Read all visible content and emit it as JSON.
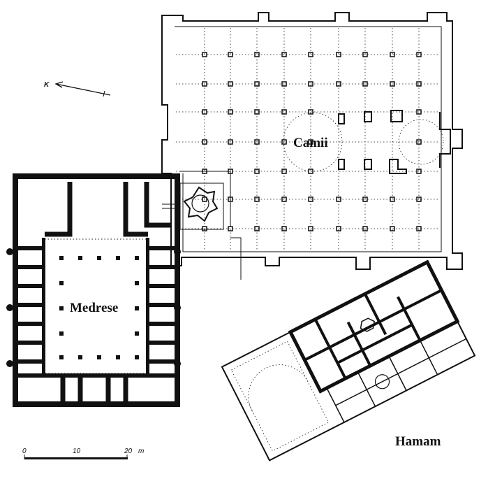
{
  "labels": {
    "mosque": "Camii",
    "madrasa": "Medrese",
    "bath": "Hamam"
  },
  "north_arrow": {
    "label": "K"
  },
  "scale_bar": {
    "ticks": [
      "0",
      "10",
      "20"
    ],
    "unit": "m"
  },
  "colors": {
    "ink": "#111111",
    "paper": "#ffffff"
  }
}
